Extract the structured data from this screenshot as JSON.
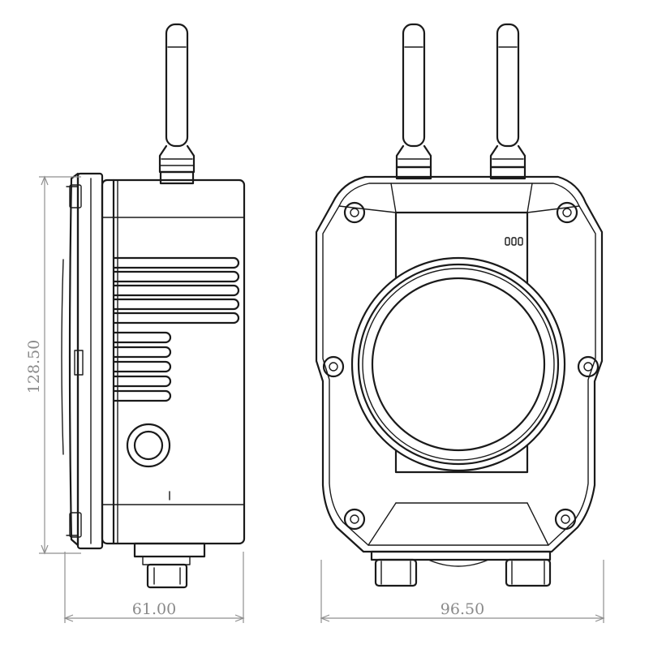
{
  "dimensions": {
    "height": "128.50",
    "side_width": "61.00",
    "front_width": "96.50"
  },
  "colors": {
    "line": "#1a1a1a",
    "dimension": "#8a8a8a",
    "background": "#ffffff"
  }
}
